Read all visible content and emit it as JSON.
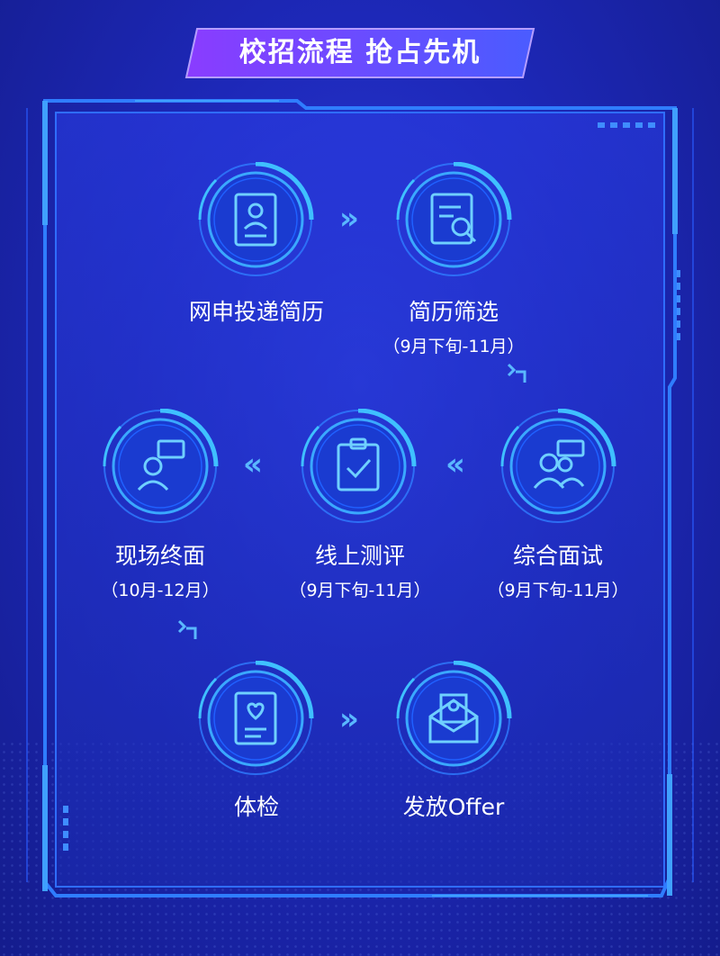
{
  "header": {
    "title": "校招流程  抢占先机"
  },
  "steps": [
    {
      "label": "网申投递简历",
      "sub": "",
      "icon": "resume-icon"
    },
    {
      "label": "简历筛选",
      "sub": "（9月下旬-11月）",
      "icon": "document-search-icon"
    },
    {
      "label": "综合面试",
      "sub": "（9月下旬-11月）",
      "icon": "group-interview-icon"
    },
    {
      "label": "线上测评",
      "sub": "（9月下旬-11月）",
      "icon": "clipboard-check-icon"
    },
    {
      "label": "现场终面",
      "sub": "（10月-12月）",
      "icon": "person-chat-icon"
    },
    {
      "label": "体检",
      "sub": "",
      "icon": "health-report-icon"
    },
    {
      "label": "发放Offer",
      "sub": "",
      "icon": "offer-envelope-icon"
    }
  ],
  "arrows": {
    "right": "»",
    "left": "«"
  },
  "colors": {
    "accent": "#3fb0ff",
    "frame": "#2f7dff",
    "banner_start": "#7a3cff",
    "banner_end": "#3b5bff"
  }
}
